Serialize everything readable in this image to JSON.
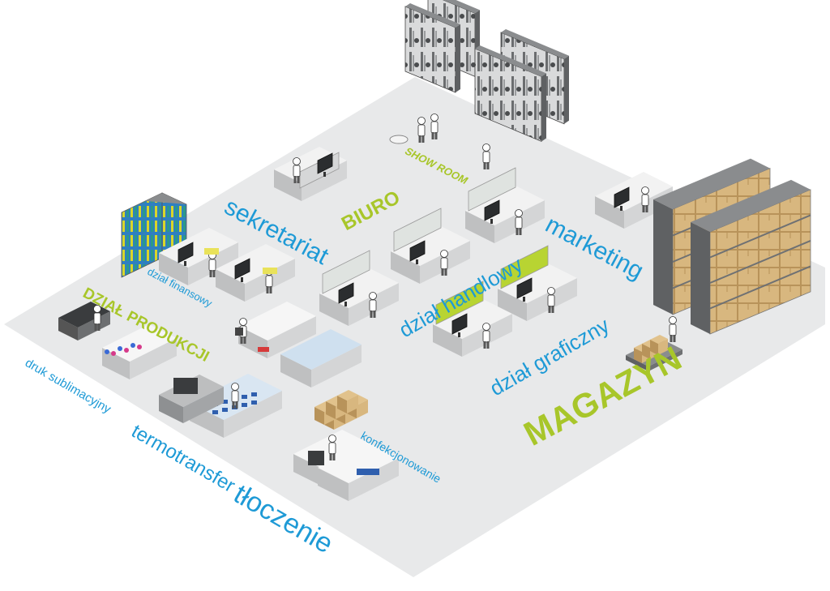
{
  "colors": {
    "floor": "#e8e9ea",
    "desk_top": "#f2f2f2",
    "desk_side": "#bfc0c1",
    "desk_front": "#d4d5d6",
    "shelf_dark": "#5f6163",
    "shelf_mid": "#8a8c8e",
    "box": "#d8b77f",
    "box_dark": "#b8935a",
    "blue_text": "#1e9ad6",
    "green_text": "#a8c62a",
    "accent_green": "#b8d432",
    "binder_blue": "#2f7fc1",
    "binder_yellow": "#d8d62a"
  },
  "zones": {
    "show_room": "SHOW ROOM",
    "biuro": "BIURO",
    "sekretariat": "sekretariat",
    "marketing": "marketing",
    "dzial_finansowy": "dział finansowy",
    "dzial_produkcji": "DZIAŁ PRODUKCJI",
    "dzial_handlowy": "dział handlowy",
    "dzial_graficzny": "dział graficzny",
    "druk_sublimacyjny": "druk sublimacyjny",
    "termotransfer": "termotransfer",
    "konfekcjonowanie": "konfekcjonowanie",
    "tloczenie": "tłoczenie",
    "magazyn": "MAGAZYN"
  }
}
